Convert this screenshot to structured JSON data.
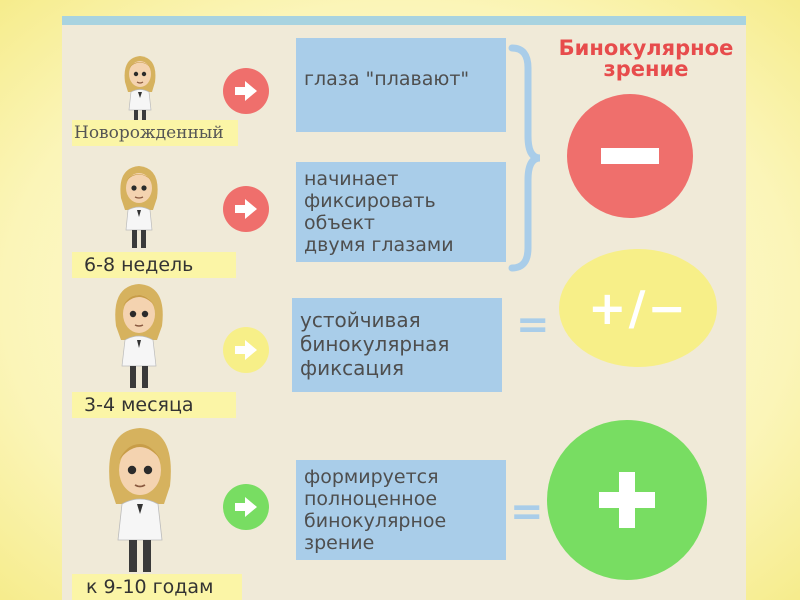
{
  "title": "Бинокулярное зрение",
  "colors": {
    "red": "#ef6f6c",
    "yellow": "#f7ef88",
    "green": "#78dd62",
    "box": "#a9cde9",
    "label_bg": "#fbf5a6"
  },
  "rows": [
    {
      "age": "Новорожденный",
      "description": "глаза \"плавают\"",
      "arrow": "red"
    },
    {
      "age": "6-8 недель",
      "description": "начинает\nфиксировать\nобъект\nдвумя глазами",
      "arrow": "red"
    },
    {
      "age": "3-4 месяца",
      "description": "устойчивая\nбинокулярная\nфиксация",
      "arrow": "yellow"
    },
    {
      "age": "к 9-10 годам",
      "description": "формируется\nполноценное\nбинокулярное\nзрение",
      "arrow": "green"
    }
  ],
  "results": [
    {
      "symbol": "−",
      "color": "red"
    },
    {
      "symbol": "= ",
      "color": "none"
    },
    {
      "symbol": "+/−",
      "color": "yellow"
    },
    {
      "symbol": "+",
      "color": "green"
    }
  ],
  "equals_sign": "="
}
